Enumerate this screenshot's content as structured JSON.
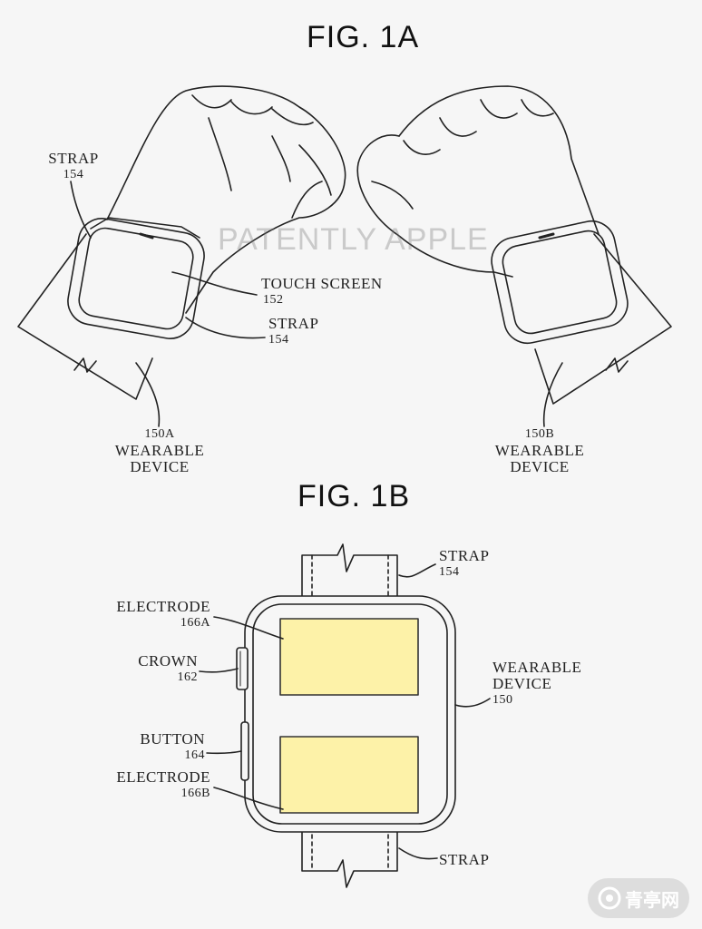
{
  "fig1a": {
    "title": "FIG. 1A",
    "strap_left": {
      "text": "STRAP",
      "num": "154"
    },
    "touch_screen": {
      "text": "TOUCH SCREEN",
      "num": "152"
    },
    "strap_mid": {
      "text": "STRAP",
      "num": "154"
    },
    "device_a": {
      "num": "150A",
      "line1": "WEARABLE",
      "line2": "DEVICE"
    },
    "device_b": {
      "num": "150B",
      "line1": "WEARABLE",
      "line2": "DEVICE"
    }
  },
  "watermark": "PATENTLY APPLE",
  "fig1b": {
    "title": "FIG. 1B",
    "strap_top": {
      "text": "STRAP",
      "num": "154"
    },
    "electrode_a": {
      "text": "ELECTRODE",
      "num": "166A"
    },
    "crown": {
      "text": "CROWN",
      "num": "162"
    },
    "wearable": {
      "line1": "WEARABLE",
      "line2": "DEVICE",
      "num": "150"
    },
    "button": {
      "text": "BUTTON",
      "num": "164"
    },
    "electrode_b": {
      "text": "ELECTRODE",
      "num": "166B"
    },
    "strap_bottom": {
      "text": "STRAP"
    },
    "electrode_color": "#fdf2a8",
    "electrode_border": "#333333"
  },
  "badge": {
    "text": "青亭网",
    "icon": "logo-icon"
  }
}
